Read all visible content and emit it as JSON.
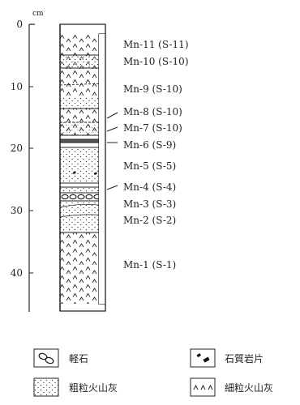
{
  "depth_axis": {
    "unit": "cm",
    "ticks": [
      "0",
      "10",
      "20",
      "30",
      "40"
    ]
  },
  "layers": [
    {
      "label": "Mn-11 (S-11)"
    },
    {
      "label": "Mn-10 (S-10)"
    },
    {
      "label": "Mn-9 (S-10)"
    },
    {
      "label": "Mn-8 (S-10)"
    },
    {
      "label": "Mn-7 (S-10)"
    },
    {
      "label": "Mn-6 (S-9)"
    },
    {
      "label": "Mn-5 (S-5)"
    },
    {
      "label": "Mn-4 (S-4)"
    },
    {
      "label": "Mn-3 (S-3)"
    },
    {
      "label": "Mn-2 (S-2)"
    },
    {
      "label": "Mn-1 (S-1)"
    }
  ],
  "legend": [
    {
      "icon": "pumice-icon",
      "label": "軽石"
    },
    {
      "icon": "lithic-fragment-icon",
      "label": "石質岩片"
    },
    {
      "icon": "coarse-ash-icon",
      "label": "粗粒火山灰"
    },
    {
      "icon": "fine-ash-icon",
      "label": "細粒火山灰"
    }
  ]
}
